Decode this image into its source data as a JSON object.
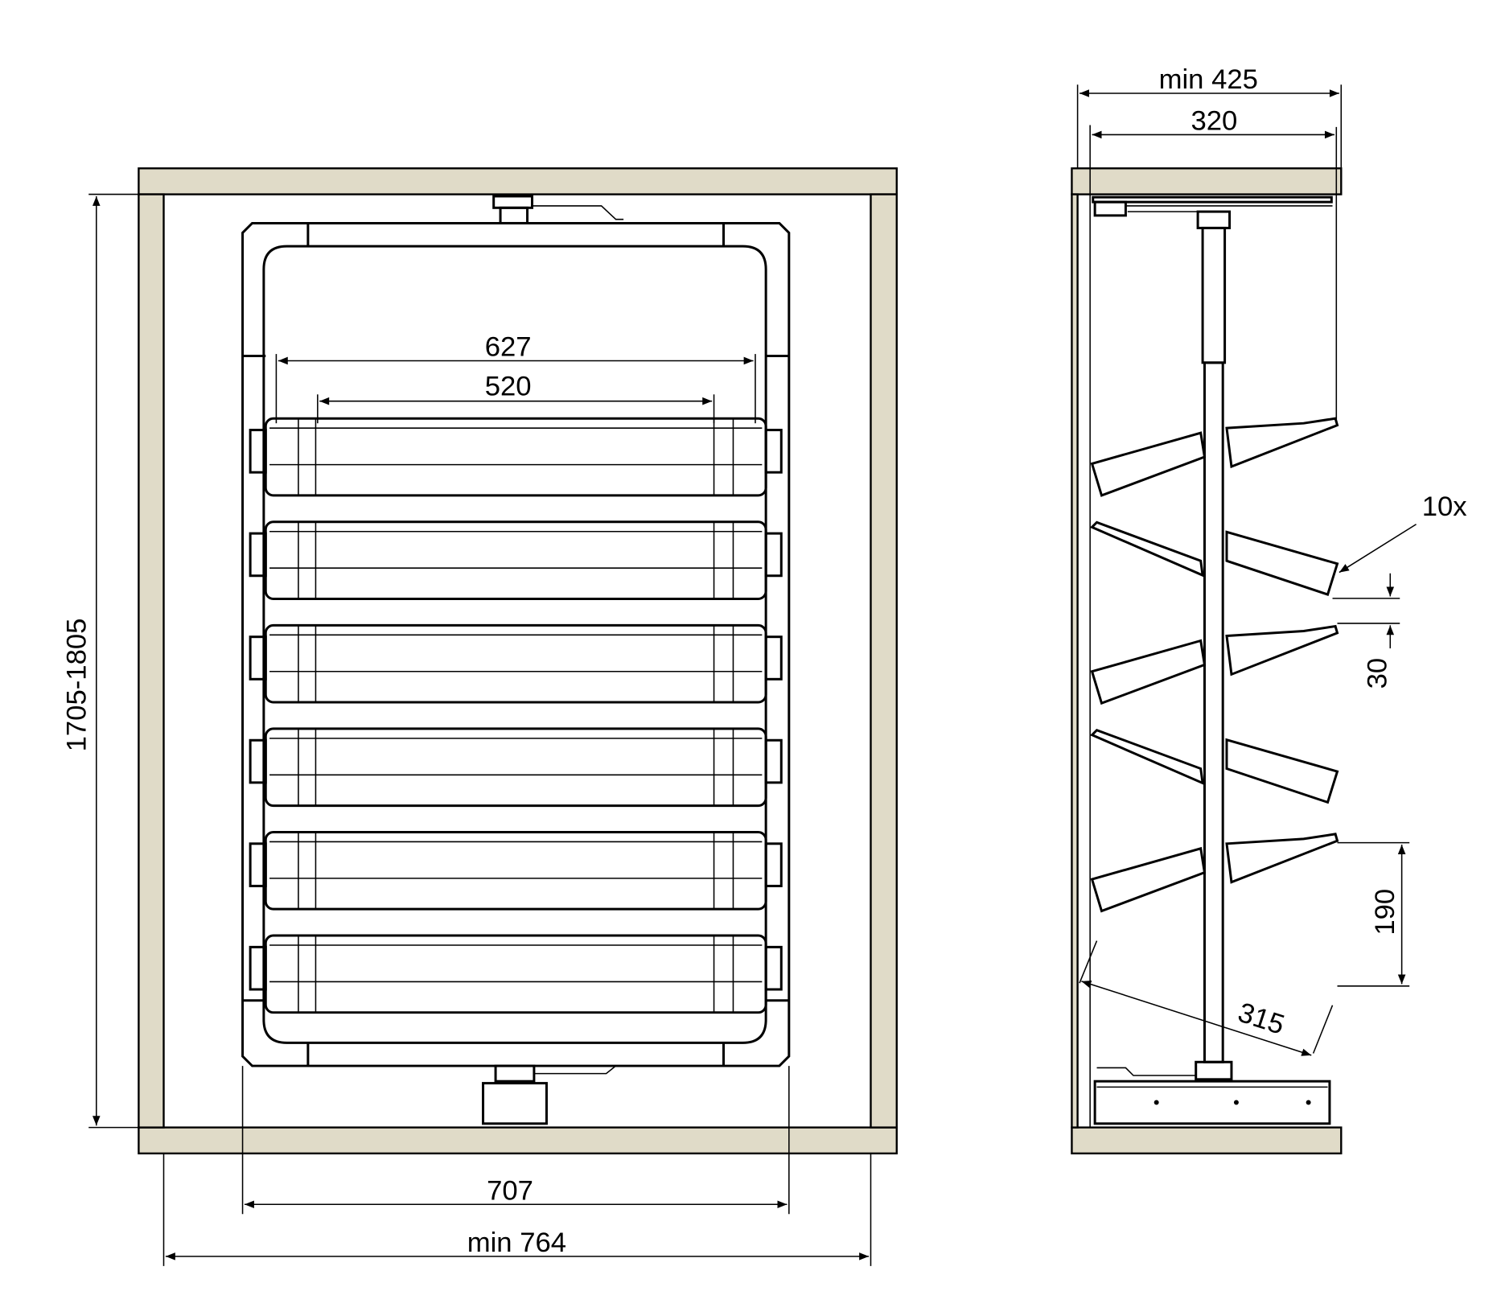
{
  "colors": {
    "board": "#e0dbc8",
    "line": "#000000",
    "background": "#ffffff"
  },
  "front_view": {
    "dimensions": {
      "height": "1705-1805",
      "inner_width_627": "627",
      "inner_width_520": "520",
      "frame_width": "707",
      "cabinet_min_width": "min 764"
    },
    "basket_count": 6
  },
  "side_view": {
    "dimensions": {
      "min_depth": "min 425",
      "depth": "320",
      "quantity": "10x",
      "spacing": "30",
      "pitch": "190",
      "arm_length": "315"
    },
    "arm_count": 10
  }
}
